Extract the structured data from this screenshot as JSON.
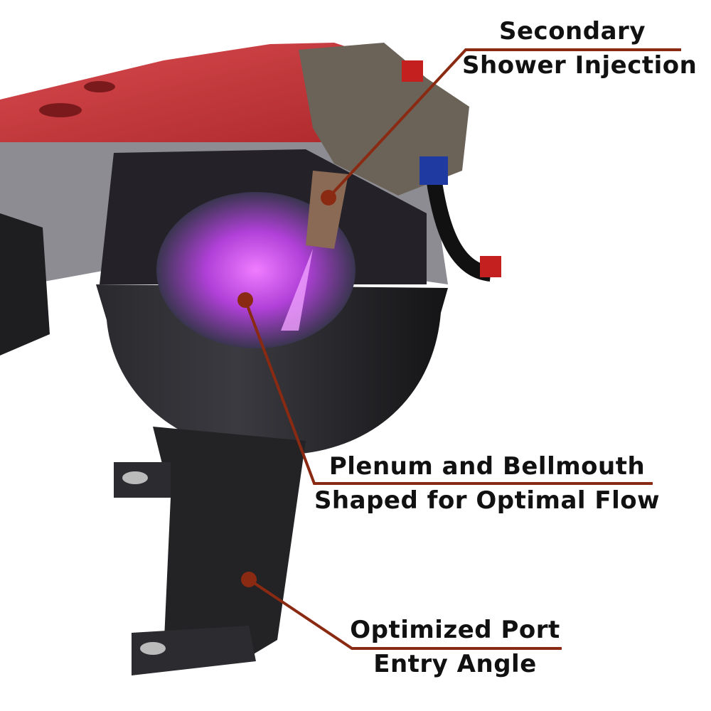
{
  "callouts": [
    {
      "line1": "Secondary",
      "line2": "Shower Injection"
    },
    {
      "line1": "Plenum and Bellmouth",
      "line2": "Shaped for Optimal Flow"
    },
    {
      "line1": "Optimized Port",
      "line2": "Entry Angle"
    }
  ],
  "colors": {
    "leader": "#8a2a12",
    "body_red": "#c8353a",
    "bowl_dark": "#1c1c1f",
    "glow": "#d23cf0"
  }
}
